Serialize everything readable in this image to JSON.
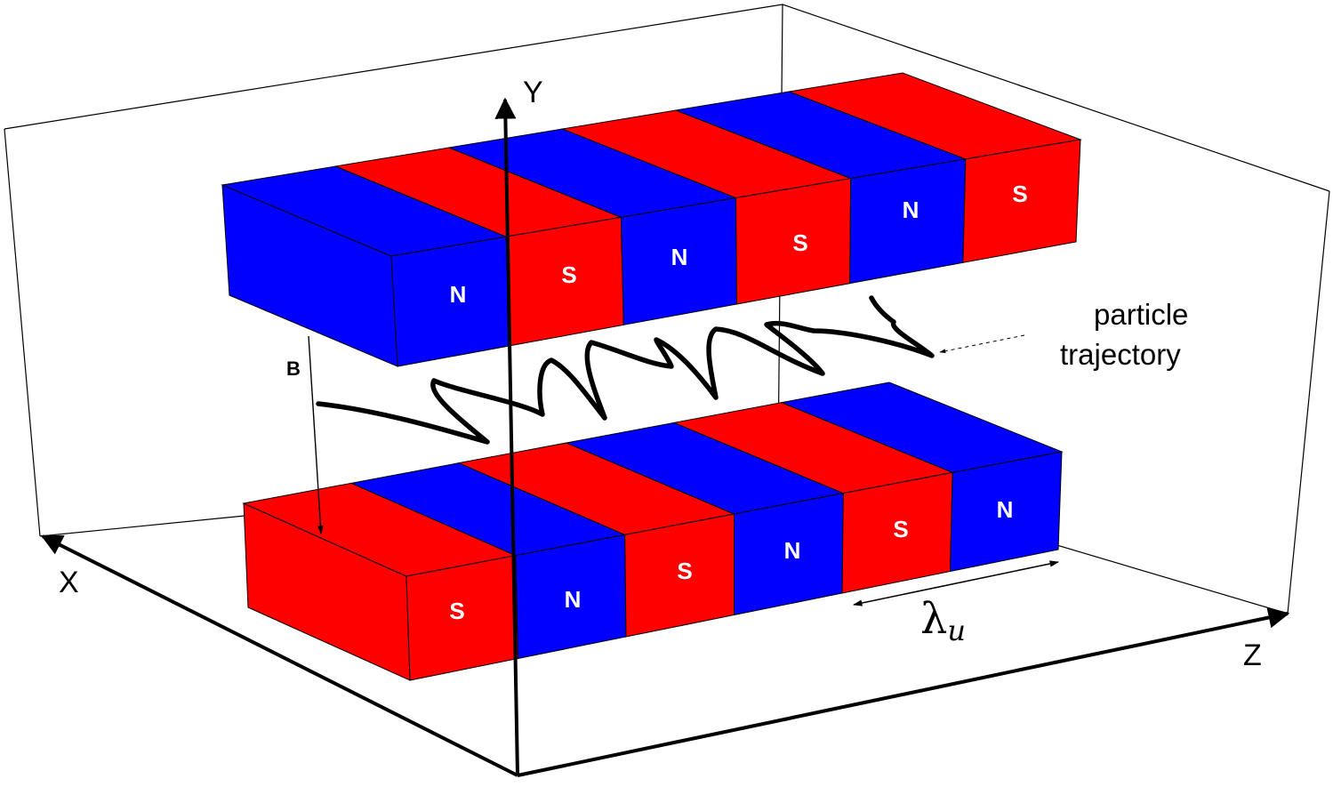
{
  "colors": {
    "north": "#0000ff",
    "south": "#ff0000",
    "edge": "#000000",
    "background": "#ffffff"
  },
  "axes": {
    "x": "X",
    "y": "Y",
    "z": "Z"
  },
  "field_label": "B",
  "trajectory_label_line1": "particle",
  "trajectory_label_line2": "trajectory",
  "period_label": "λ",
  "period_subscript": "u",
  "upper_array": [
    "N",
    "S",
    "N",
    "S",
    "N",
    "S"
  ],
  "lower_array": [
    "S",
    "N",
    "S",
    "N",
    "S",
    "N"
  ]
}
